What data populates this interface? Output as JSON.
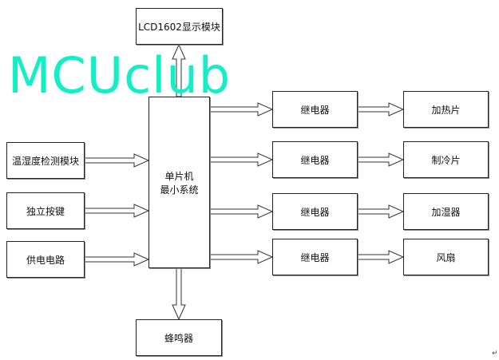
{
  "watermark": "MCUclub",
  "blocks": {
    "lcd": "LCD1602显示模块",
    "mcu_line1": "单片机",
    "mcu_line2": "最小系统",
    "sensor": "温湿度检测模块",
    "keys": "独立按键",
    "power": "供电电路",
    "relay1": "继电器",
    "relay2": "继电器",
    "relay3": "继电器",
    "relay4": "继电器",
    "out1": "加热片",
    "out2": "制冷片",
    "out3": "加湿器",
    "out4": "风扇",
    "buzzer": "蜂鸣器"
  },
  "return_mark": "↵"
}
